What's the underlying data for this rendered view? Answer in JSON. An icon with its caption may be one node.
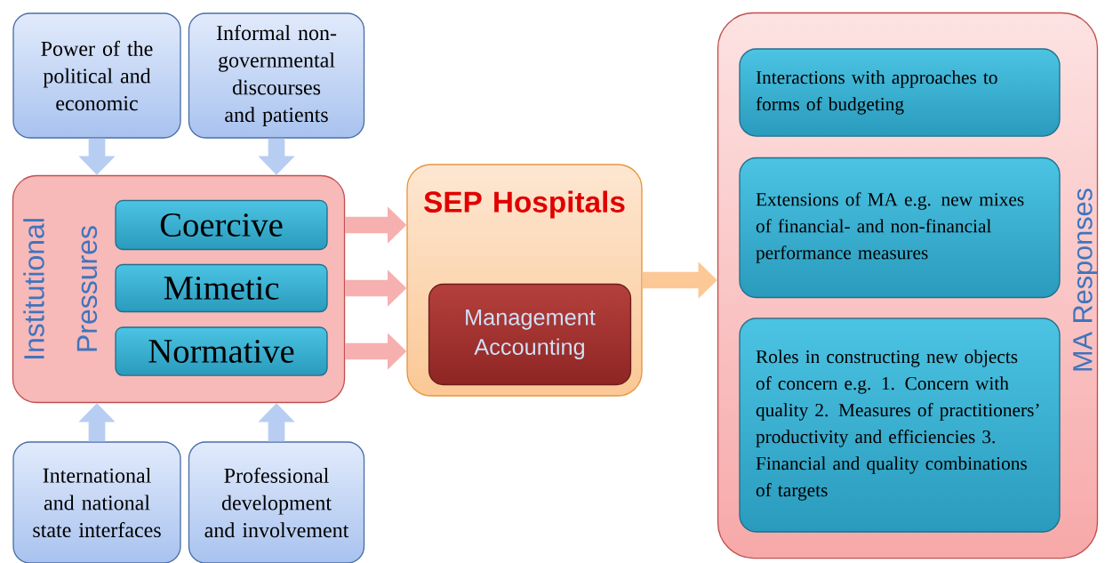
{
  "diagram": {
    "nodes": [
      {
        "text": [
          "Power of the political and economic"
        ]
      },
      {
        "text": [
          "Informal non-governmental discourses and patients"
        ]
      },
      {
        "text": [
          "Institutional",
          "Pressures"
        ]
      },
      {
        "text": [
          "Coercive"
        ],
        "in": 2
      },
      {
        "text": [
          "Mimetic"
        ],
        "in": 2
      },
      {
        "text": [
          "Normative"
        ],
        "in": 2
      },
      {
        "text": [
          "International and national state interfaces"
        ]
      },
      {
        "text": [
          "Professional development and involvement"
        ]
      },
      {
        "text": [
          "SEP Hospitals"
        ]
      },
      {
        "text": [
          "Management Accounting"
        ],
        "in": 8
      },
      {
        "text": [
          "MA Responses"
        ]
      },
      {
        "text": [
          "Interactions with approaches to forms of budgeting"
        ],
        "in": 10
      },
      {
        "text": [
          "Extensions of MA e.g. new mixes of financial- and non-financial performance measures"
        ],
        "in": 10
      },
      {
        "text": [
          "Roles in constructing new objects of concern e.g. 1. Concern with quality 2. Measures of practitioners’ productivity and efficiencies 3. Financial and quality combinations of targets"
        ],
        "in": 10
      }
    ],
    "edges": [
      {
        "from": 0,
        "to": 2,
        "arrow": "to"
      },
      {
        "from": 1,
        "to": 2,
        "arrow": "to"
      },
      {
        "from": 6,
        "to": 2,
        "arrow": "to"
      },
      {
        "from": 7,
        "to": 2,
        "arrow": "to"
      },
      {
        "from": 3,
        "to": 8,
        "arrow": "to",
        "color": "#f6b0b0"
      },
      {
        "from": 4,
        "to": 8,
        "arrow": "to",
        "color": "#f6b0b0"
      },
      {
        "from": 5,
        "to": 8,
        "arrow": "to",
        "color": "#f6b0b0"
      },
      {
        "from": 8,
        "to": 10,
        "arrow": "to",
        "color": "#fbc896"
      }
    ]
  }
}
